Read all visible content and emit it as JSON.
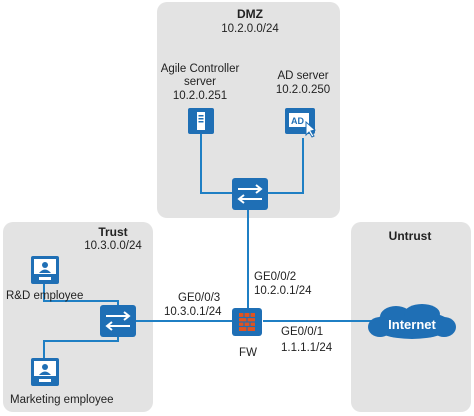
{
  "zones": {
    "dmz": {
      "name": "DMZ",
      "subnet": "10.2.0.0/24"
    },
    "trust": {
      "name": "Trust",
      "subnet": "10.3.0.0/24"
    },
    "untrust": {
      "name": "Untrust"
    }
  },
  "devices": {
    "agile_controller": {
      "label_line1": "Agile Controller",
      "label_line2": "server",
      "ip": "10.2.0.251"
    },
    "ad_server": {
      "label": "AD server",
      "ip": "10.2.0.250",
      "icon_text": "AD"
    },
    "rd_employee": {
      "label": "R&D employee"
    },
    "marketing_employee": {
      "label": "Marketing employee"
    },
    "firewall": {
      "label": "FW"
    },
    "internet": {
      "label": "Internet"
    }
  },
  "interfaces": {
    "ge002": {
      "name": "GE0/0/2",
      "ip": "10.2.0.1/24"
    },
    "ge003": {
      "name": "GE0/0/3",
      "ip": "10.3.0.1/24"
    },
    "ge001": {
      "name": "GE0/0/1",
      "ip": "1.1.1.1/24"
    }
  },
  "colors": {
    "zone_bg": "#e3e3e3",
    "link": "#1f7fc4",
    "device_blue": "#1f6fb5",
    "firewall_orange": "#e2531f"
  }
}
